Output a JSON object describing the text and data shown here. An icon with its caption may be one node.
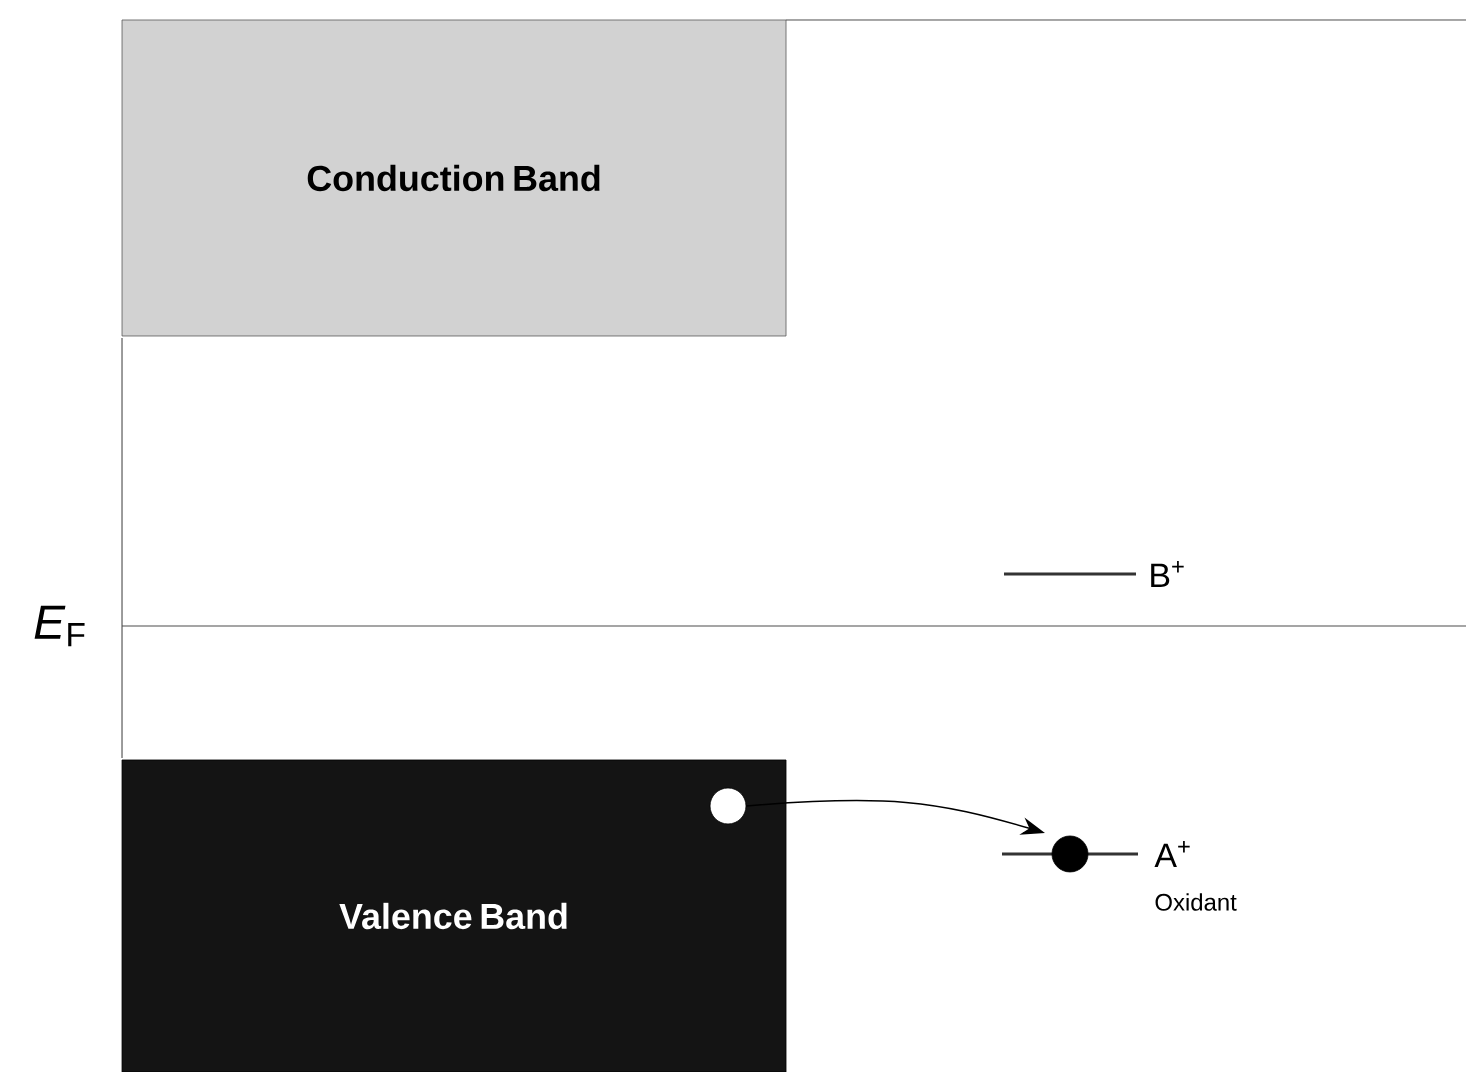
{
  "diagram": {
    "nodes": [
      {
        "text": [
          "Conduction Band"
        ]
      },
      {
        "text": [
          "Valence Band"
        ]
      },
      {
        "text": [],
        "shape": "circle",
        "in": 1
      },
      {
        "text": [],
        "shape": "circle",
        "beside": [
          "A$^{+}$",
          "Oxidant"
        ]
      }
    ],
    "edges": [
      {
        "from": 2,
        "to": 3,
        "arrow": "to"
      }
    ],
    "labels": [
      "*E*$_{F}$",
      "B$^{+}$"
    ]
  }
}
